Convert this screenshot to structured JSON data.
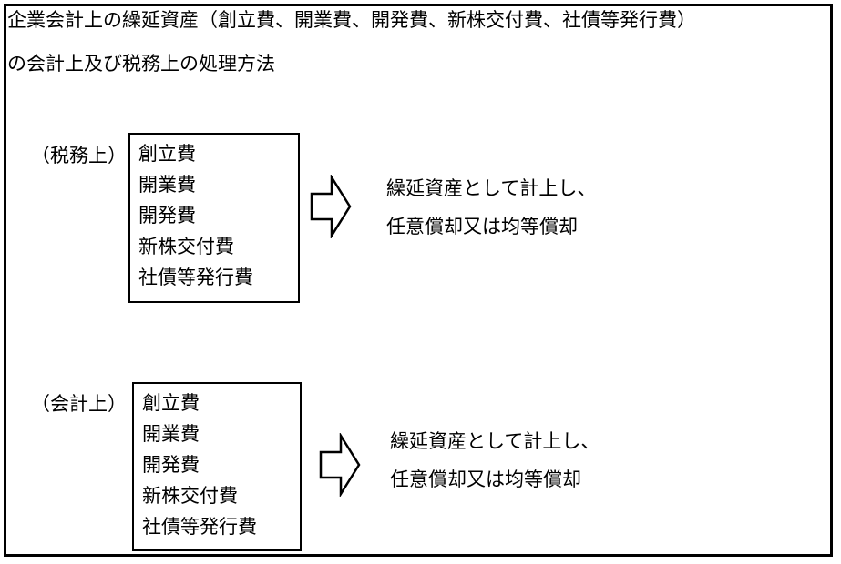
{
  "title": {
    "line1": "企業会計上の繰延資産（創立費、開業費、開発費、新株交付費、社債等発行費）",
    "line2": "の会計上及び税務上の処理方法"
  },
  "sections": [
    {
      "label": "（税務上）",
      "items": [
        "創立費",
        "開業費",
        "開発費",
        "新株交付費",
        "社債等発行費"
      ],
      "result": [
        "繰延資産として計上し、",
        "任意償却又は均等償却"
      ],
      "arrow_icon": "right-outline-arrow"
    },
    {
      "label": "（会計上）",
      "items": [
        "創立費",
        "開業費",
        "開発費",
        "新株交付費",
        "社債等発行費"
      ],
      "result": [
        "繰延資産として計上し、",
        "任意償却又は均等償却"
      ],
      "arrow_icon": "right-outline-arrow"
    }
  ]
}
